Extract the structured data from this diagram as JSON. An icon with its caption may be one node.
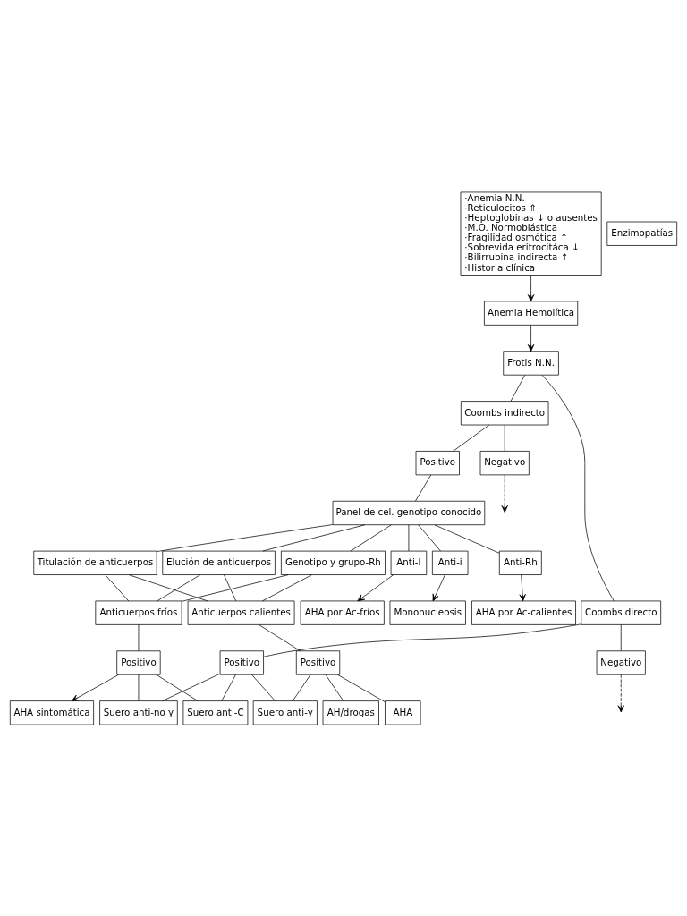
{
  "diagram": {
    "nodes": [
      {
        "text": [
          "·Anemia N.N.",
          "·Reticulocitos ⇑",
          "·Heptoglobinas ↓ o ausentes",
          "·M.O. Normoblástica",
          "·Fragilidad osmótica ↑",
          "·Sobrevida eritrocitáca ↓",
          "·Bilirrubina indirecta ↑",
          "·Historia clínica"
        ]
      },
      {
        "text": [
          "Anemia Hemolítica"
        ]
      },
      {
        "text": [
          "Frotis N.N."
        ]
      },
      {
        "text": [
          "Coombs indirecto"
        ]
      },
      {
        "text": [
          "Negativo"
        ]
      },
      {
        "text": [
          "Positivo"
        ]
      },
      {
        "text": [
          "Panel de cel. genotipo conocido"
        ]
      },
      {
        "text": [
          "Anti-I"
        ]
      },
      {
        "text": [
          "Anti-i"
        ]
      },
      {
        "text": [
          "Anti-Rh"
        ]
      },
      {
        "text": [
          "AHA por Ac-fríos"
        ]
      },
      {
        "text": [
          "Mononucleosis"
        ]
      },
      {
        "text": [
          "AHA por Ac-calientes"
        ]
      },
      {
        "text": [
          "Elución de anticuerpos"
        ]
      },
      {
        "text": [
          "Genotipo y grupo-Rh"
        ]
      },
      {
        "text": [
          "Titulación de anticuerpos"
        ]
      },
      {
        "text": [
          "AHA"
        ]
      },
      {
        "text": [
          "AH/drogas"
        ]
      },
      {
        "text": [
          "Anticuerpos calientes"
        ]
      },
      {
        "text": [
          "Positivo"
        ]
      },
      {
        "text": [
          "Suero anti-γ"
        ]
      },
      {
        "text": [
          "Anticuerpos fríos"
        ]
      },
      {
        "text": [
          "Positivo"
        ]
      },
      {
        "text": [
          "Suero anti-C"
        ]
      },
      {
        "text": [
          "AHA sintomática"
        ]
      },
      {
        "text": [
          "Suero anti-no γ"
        ]
      },
      {
        "text": [
          "Positivo"
        ]
      },
      {
        "text": [
          "Coombs directo"
        ]
      },
      {
        "text": [
          "Negativo"
        ]
      },
      {
        "text": [
          "Enzimopatías"
        ]
      }
    ],
    "edges": [
      {
        "from": 0,
        "to": 1,
        "arrow": "to"
      },
      {
        "from": 1,
        "to": 2,
        "arrow": "to"
      },
      {
        "from": 2,
        "to": 3,
        "arrow": "none"
      },
      {
        "from": 2,
        "to": 27,
        "arrow": "none"
      },
      {
        "from": 3,
        "to": 4,
        "arrow": "none"
      },
      {
        "from": 3,
        "to": 5,
        "arrow": "none"
      },
      {
        "from": 4,
        "to": null,
        "arrow": "to",
        "style": "dashed"
      },
      {
        "from": 5,
        "to": 6,
        "arrow": "none"
      },
      {
        "from": 6,
        "to": 7,
        "arrow": "none"
      },
      {
        "from": 6,
        "to": 8,
        "arrow": "none"
      },
      {
        "from": 6,
        "to": 9,
        "arrow": "none"
      },
      {
        "from": 7,
        "to": 10,
        "arrow": "to"
      },
      {
        "from": 8,
        "to": 11,
        "arrow": "to"
      },
      {
        "from": 9,
        "to": 12,
        "arrow": "to"
      },
      {
        "from": 6,
        "to": 13,
        "arrow": "none"
      },
      {
        "from": 6,
        "to": 14,
        "arrow": "none"
      },
      {
        "from": 6,
        "to": 15,
        "arrow": "none"
      },
      {
        "from": 13,
        "to": 18,
        "arrow": "none"
      },
      {
        "from": 14,
        "to": 18,
        "arrow": "none"
      },
      {
        "from": 15,
        "to": 18,
        "arrow": "none"
      },
      {
        "from": 13,
        "to": 21,
        "arrow": "none"
      },
      {
        "from": 14,
        "to": 21,
        "arrow": "none"
      },
      {
        "from": 15,
        "to": 21,
        "arrow": "none"
      },
      {
        "from": 18,
        "to": 19,
        "arrow": "none"
      },
      {
        "from": 19,
        "to": 16,
        "arrow": "none"
      },
      {
        "from": 19,
        "to": 17,
        "arrow": "none"
      },
      {
        "from": 19,
        "to": 20,
        "arrow": "none"
      },
      {
        "from": 21,
        "to": 22,
        "arrow": "none"
      },
      {
        "from": 22,
        "to": 24,
        "arrow": "to"
      },
      {
        "from": 22,
        "to": 23,
        "arrow": "none"
      },
      {
        "from": 22,
        "to": 25,
        "arrow": "none"
      },
      {
        "from": 26,
        "to": 20,
        "arrow": "none"
      },
      {
        "from": 26,
        "to": 23,
        "arrow": "none"
      },
      {
        "from": 26,
        "to": 25,
        "arrow": "none"
      },
      {
        "from": 27,
        "to": 26,
        "arrow": "none"
      },
      {
        "from": 27,
        "to": 28,
        "arrow": "none"
      },
      {
        "from": 28,
        "to": null,
        "arrow": "to",
        "style": "dashed"
      }
    ]
  }
}
